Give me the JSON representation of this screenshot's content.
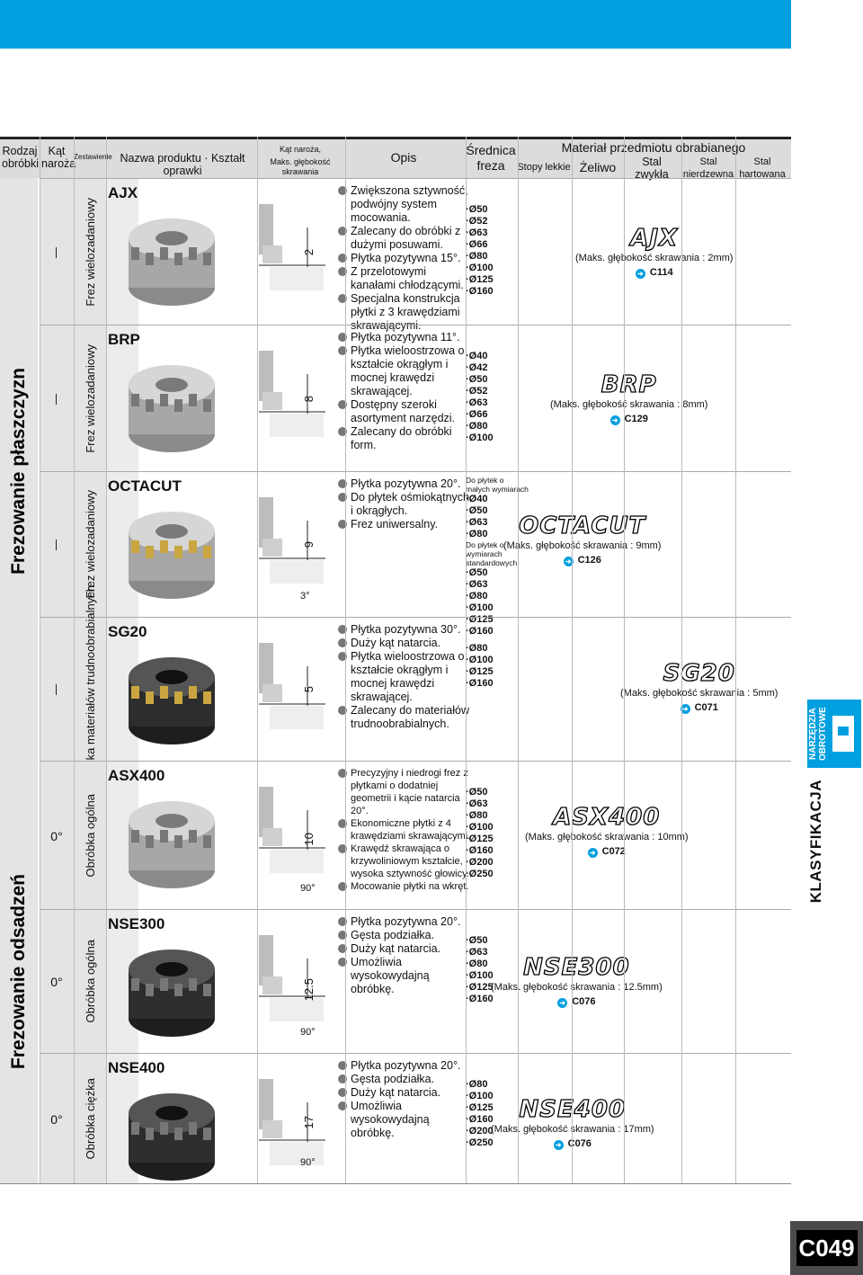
{
  "header": {
    "rodzaj": "Rodzaj obróbki",
    "kat": "Kąt naroża",
    "zestawienie": "Zestawienie",
    "nazwa": "Nazwa produktu · Kształt oprawki",
    "kat_naroza": "Kąt naroża,",
    "maks_glebokosc": "Maks. głębokość skrawania",
    "opis": "Opis",
    "srednica": "Średnica freza",
    "material": "Materiał przedmiotu obrabianego",
    "mat_cols": [
      "Stopy lekkie",
      "Żeliwo",
      "Stal zwykła",
      "Stal nierdzewna",
      "Stal hartowana"
    ]
  },
  "categories": [
    "Frezowanie płaszczyzn",
    "Frezowanie odsadzeń"
  ],
  "rows": [
    {
      "angle": "",
      "zestawienie": "Frez wielozadaniowy",
      "name": "AJX",
      "depth": "2",
      "angle_mark": "",
      "desc": [
        "Zwiększona sztywność, podwójny system mocowania.",
        "Zalecany do obróbki z dużymi posuwami.",
        "Płytka pozytywna 15°.",
        "Z przelotowymi kanałami chłodzącymi.",
        "Specjalna konstrukcja płytki z 3 krawędziami skrawającymi."
      ],
      "sizes": [
        "·Ø50",
        "·Ø52",
        "·Ø63",
        "·Ø66",
        "·Ø80",
        "·Ø100",
        "·Ø125",
        "·Ø160"
      ],
      "logo": "AJX",
      "logo_depth": "(Maks. głębokość skrawania : 2mm)",
      "ref": "C114"
    },
    {
      "angle": "",
      "zestawienie": "Frez wielozadaniowy",
      "name": "BRP",
      "depth": "8",
      "angle_mark": "",
      "desc": [
        "Płytka pozytywna 11°.",
        "Płytka wieloostrzowa o kształcie okrągłym i mocnej krawędzi skrawającej.",
        "Dostępny szeroki asortyment narzędzi.",
        "Zalecany do obróbki form."
      ],
      "sizes": [
        "·Ø40",
        "·Ø42",
        "·Ø50",
        "·Ø52",
        "·Ø63",
        "·Ø66",
        "·Ø80",
        "·Ø100"
      ],
      "logo": "BRP",
      "logo_depth": "(Maks. głębokość skrawania : 8mm)",
      "ref": "C129"
    },
    {
      "angle": "",
      "zestawienie": "Frez wielozadaniowy",
      "name": "OCTACUT",
      "depth": "9",
      "angle_mark": "3°",
      "desc": [
        "Płytka pozytywna 20°.",
        "Do płytek ośmiokątnych i okrągłych.",
        "Frez uniwersalny."
      ],
      "size_note1": "Do płytek o małych wymiarach",
      "sizes_a": [
        "·Ø40",
        "·Ø50",
        "·Ø63",
        "·Ø80"
      ],
      "size_note2": "Do płytek o wymiarach standardowych",
      "sizes_b": [
        "·Ø50",
        "·Ø63",
        "·Ø80",
        "·Ø100",
        "·Ø125",
        "·Ø160"
      ],
      "logo": "OCTACUT",
      "logo_depth": "(Maks. głębokość skrawania : 9mm)",
      "ref": "C126"
    },
    {
      "angle": "",
      "zestawienie": "Obróbka materiałów trudnoobrabialnych",
      "name": "SG20",
      "depth": "5",
      "angle_mark": "",
      "desc": [
        "Płytka pozytywna 30°.",
        "Duży kąt natarcia.",
        "Płytka wieloostrzowa o kształcie okrągłym i mocnej krawędzi skrawającej.",
        "Zalecany do materiałów trudnoobrabialnych."
      ],
      "sizes": [
        "·Ø80",
        "·Ø100",
        "·Ø125",
        "·Ø160"
      ],
      "logo": "SG20",
      "logo_depth": "(Maks. głębokość skrawania : 5mm)",
      "ref": "C071"
    },
    {
      "angle": "0°",
      "zestawienie": "Obróbka ogólna",
      "name": "ASX400",
      "depth": "10",
      "angle_mark": "90°",
      "desc": [
        "Precyzyjny i niedrogi frez z płytkami o dodatniej geometrii i kącie natarcia 20°.",
        "Ekonomiczne płytki z 4 krawędziami skrawającymi.",
        "Krawędź skrawająca o krzywoliniowym kształcie, wysoka sztywność głowicy.",
        "Mocowanie płytki na wkręt."
      ],
      "sizes": [
        "·Ø50",
        "·Ø63",
        "·Ø80",
        "·Ø100",
        "·Ø125",
        "·Ø160",
        "·Ø200",
        "·Ø250"
      ],
      "logo": "ASX400",
      "logo_depth": "(Maks. głębokość skrawania : 10mm)",
      "ref": "C072"
    },
    {
      "angle": "0°",
      "zestawienie": "Obróbka ogólna",
      "name": "NSE300",
      "depth": "12.5",
      "angle_mark": "90°",
      "desc": [
        "Płytka pozytywna 20°.",
        "Gęsta podziałka.",
        "Duży kąt natarcia.",
        "Umożliwia wysokowydajną obróbkę."
      ],
      "sizes": [
        "·Ø50",
        "·Ø63",
        "·Ø80",
        "·Ø100",
        "·Ø125",
        "·Ø160"
      ],
      "logo": "NSE300",
      "logo_depth": "(Maks. głębokość skrawania : 12.5mm)",
      "ref": "C076"
    },
    {
      "angle": "0°",
      "zestawienie": "Obróbka ciężka",
      "name": "NSE400",
      "depth": "17",
      "angle_mark": "90°",
      "desc": [
        "Płytka pozytywna 20°.",
        "Gęsta podziałka.",
        "Duży kąt natarcia.",
        "Umożliwia wysokowydajną obróbkę."
      ],
      "sizes": [
        "·Ø80",
        "·Ø100",
        "·Ø125",
        "·Ø160",
        "·Ø200",
        "·Ø250"
      ],
      "logo": "NSE400",
      "logo_depth": "(Maks. głębokość skrawania : 17mm)",
      "ref": "C076"
    }
  ],
  "side": {
    "narzedzia": "NARZĘDZIA OBROTOWE",
    "klasyfikacja": "KLASYFIKACJA"
  },
  "page": "C049",
  "colors": {
    "accent": "#009fdf",
    "grey": "#e4e4e4"
  }
}
